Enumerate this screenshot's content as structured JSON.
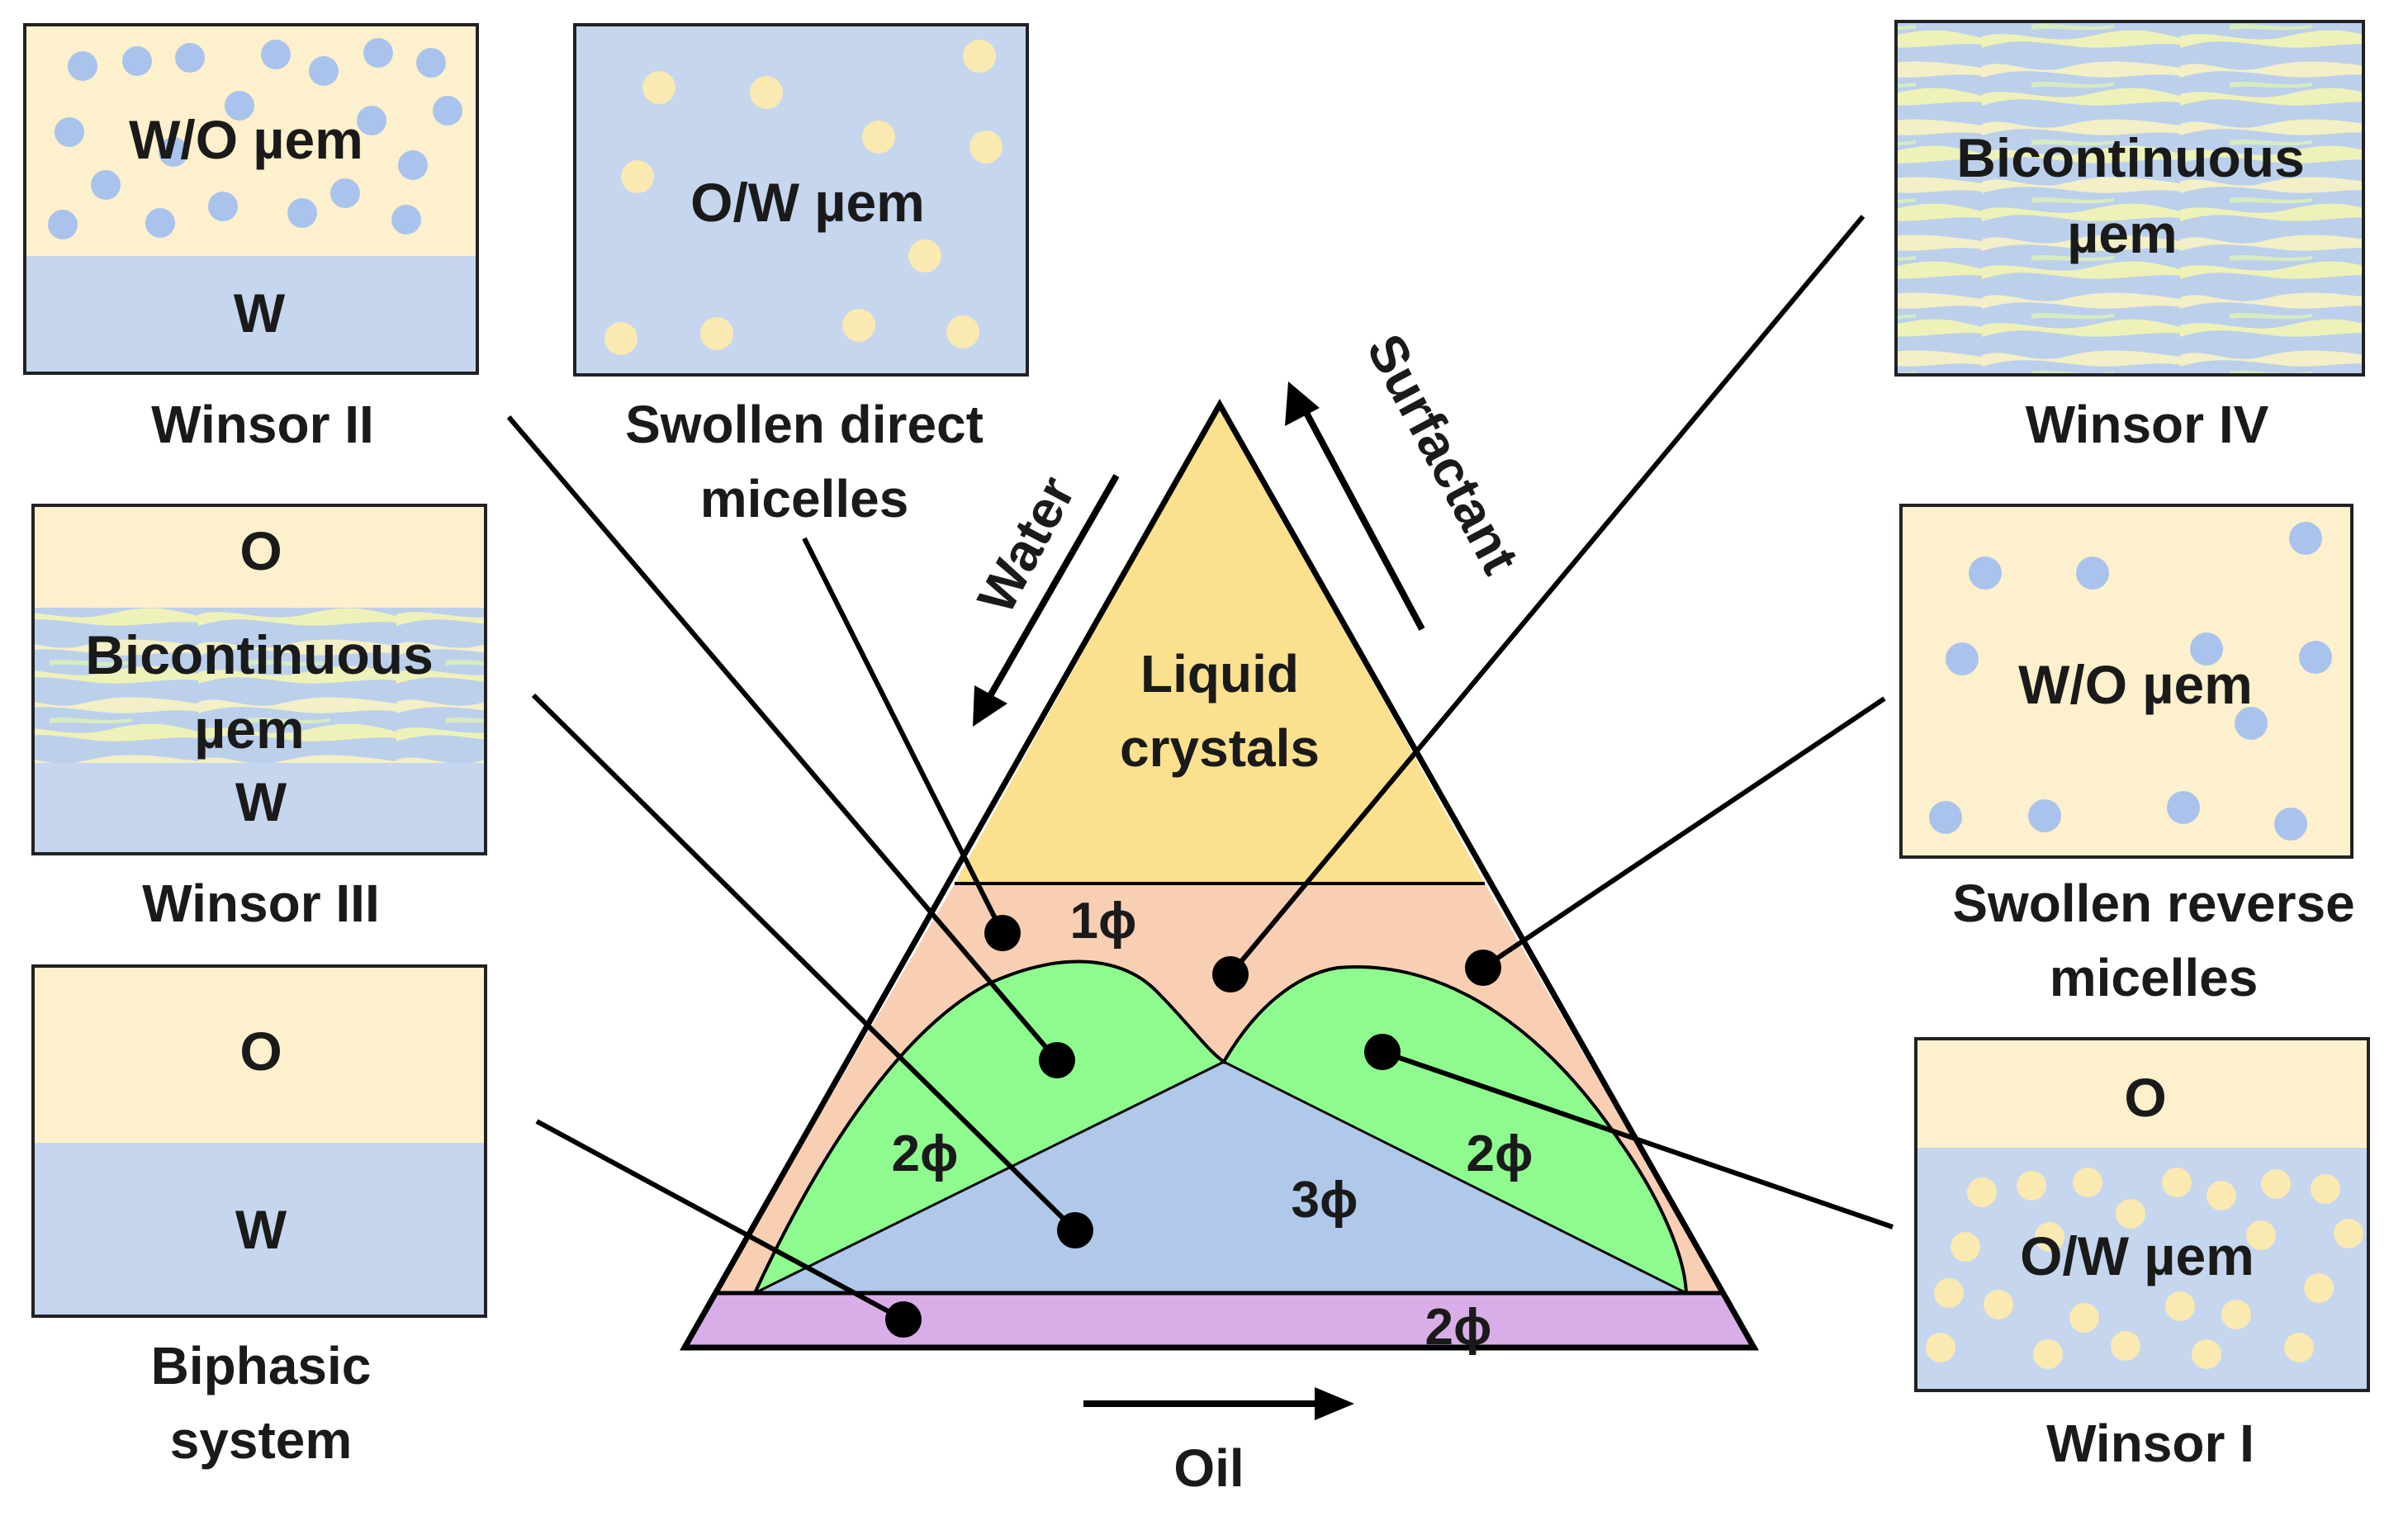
{
  "colors": {
    "water": "#c5d6ee",
    "oil": "#fdf0cc",
    "liquid_crystal": "#fbe08e",
    "one_phase": "#f9cfb4",
    "two_phase": "#8efb8e",
    "three_phase": "#b0c8ea",
    "bottom_band": "#d9aee8",
    "dot_water": "#a9c3ec",
    "dot_oil": "#fbe9b2",
    "outline": "#000000"
  },
  "triangle": {
    "liquid_crystals_line1": "Liquid",
    "liquid_crystals_line2": "crystals",
    "one_phase": "1ϕ",
    "two_phase_left": "2ϕ",
    "two_phase_right": "2ϕ",
    "three_phase": "3ϕ",
    "two_phase_bottom": "2ϕ"
  },
  "arrows": {
    "water": "Water",
    "surfactant": "Surfactant",
    "oil": "Oil"
  },
  "boxes": {
    "winsor_ii": {
      "top_text": "W/O µem",
      "bottom_text": "W",
      "caption": "Winsor II"
    },
    "swollen_direct": {
      "text": "O/W µem",
      "caption_line1": "Swollen direct",
      "caption_line2": "micelles"
    },
    "winsor_iii": {
      "top_text": "O",
      "middle_line1": "Bicontinuous",
      "middle_line2": "µem",
      "bottom_text": "W",
      "caption": "Winsor III"
    },
    "biphasic": {
      "top_text": "O",
      "bottom_text": "W",
      "caption_line1": "Biphasic",
      "caption_line2": "system"
    },
    "winsor_iv": {
      "line1": "Bicontinuous",
      "line2": "µem",
      "caption": "Winsor IV"
    },
    "swollen_reverse": {
      "text": "W/O µem",
      "caption_line1": "Swollen reverse",
      "caption_line2": "micelles"
    },
    "winsor_i": {
      "top_text": "O",
      "bottom_text": "O/W µem",
      "caption": "Winsor I"
    }
  }
}
